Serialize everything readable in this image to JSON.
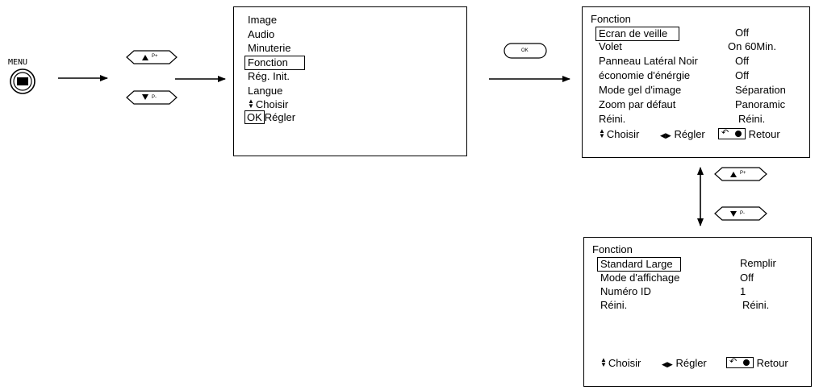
{
  "menu_button": {
    "label": "MENU"
  },
  "nav_buttons": {
    "up_label": "P+",
    "down_label": "P-",
    "ok_label": "OK"
  },
  "main_menu": {
    "items": [
      "Image",
      "Audio",
      "Minuterie",
      "Fonction",
      "Rég. Init.",
      "Langue"
    ],
    "selected_index": 3,
    "hint_choose": "Choisir",
    "ok_key": "OK",
    "hint_ok": "Régler"
  },
  "fonction_page1": {
    "title": "Fonction",
    "rows": [
      {
        "label": "Ecran de veille",
        "value": "Off"
      },
      {
        "label": "Volet",
        "value": "On  60Min."
      },
      {
        "label": "Panneau Latéral Noir",
        "value": "Off"
      },
      {
        "label": "économie d'énérgie",
        "value": "Off"
      },
      {
        "label": "Mode gel d'image",
        "value": "Séparation"
      },
      {
        "label": "Zoom par défaut",
        "value": "Panoramic"
      },
      {
        "label": "Réini.",
        "value": "Réini."
      }
    ],
    "selected_index": 0,
    "hint_choose": "Choisir",
    "hint_adjust": "Régler",
    "hint_return": "Retour"
  },
  "fonction_page2": {
    "title": "Fonction",
    "rows": [
      {
        "label": "Standard Large",
        "value": "Remplir"
      },
      {
        "label": "Mode d'affichage",
        "value": "Off"
      },
      {
        "label": "Numéro ID",
        "value": "1"
      },
      {
        "label": "Réini.",
        "value": "Réini."
      }
    ],
    "selected_index": 0,
    "hint_choose": "Choisir",
    "hint_adjust": "Régler",
    "hint_return": "Retour"
  }
}
